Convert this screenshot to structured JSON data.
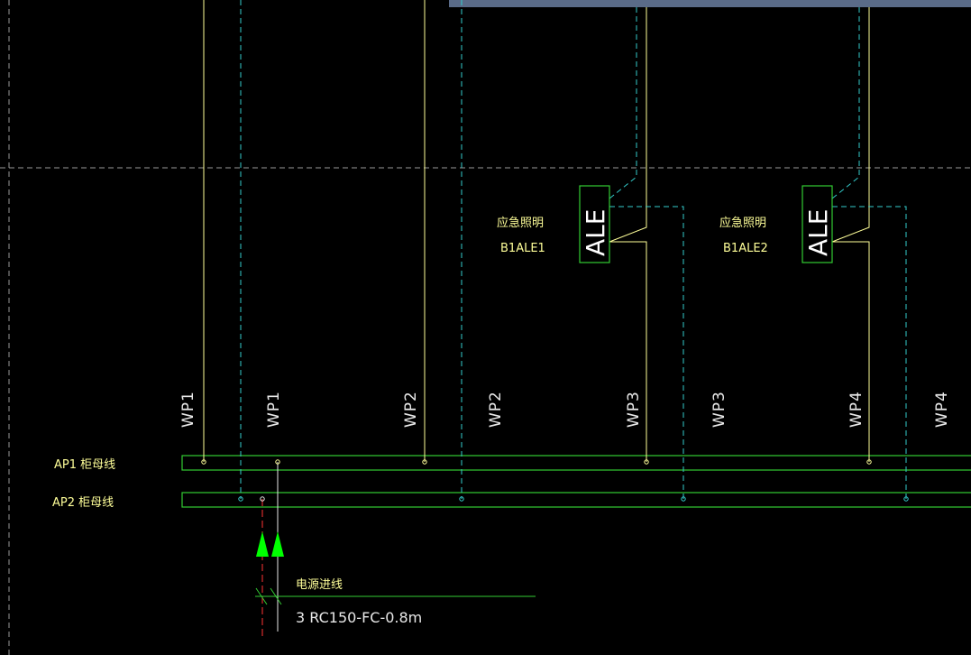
{
  "busbars": [
    {
      "label": "AP1 柜母线"
    },
    {
      "label": "AP2 柜母线"
    }
  ],
  "feeders": [
    {
      "label": "WP1"
    },
    {
      "label": "WP1"
    },
    {
      "label": "WP2"
    },
    {
      "label": "WP2"
    },
    {
      "label": "WP3"
    },
    {
      "label": "WP3"
    },
    {
      "label": "WP4"
    },
    {
      "label": "WP4"
    }
  ],
  "panels": [
    {
      "symbol": "ALE",
      "title": "应急照明",
      "id": "B1ALE1"
    },
    {
      "symbol": "ALE",
      "title": "应急照明",
      "id": "B1ALE2"
    }
  ],
  "incoming": {
    "title": "电源进线",
    "spec": "3 RC150-FC-0.8m"
  },
  "colors": {
    "background": "#000000",
    "busbar": "#33cc33",
    "wire_solid": "#ffff99",
    "wire_dashed": "#33cccc",
    "grid_dashed": "#9a9a9a",
    "panel_box": "#33cc33",
    "arrow": "#00ff00",
    "incoming_dashed": "#ff3333",
    "top_bar": "#5a6b88"
  }
}
